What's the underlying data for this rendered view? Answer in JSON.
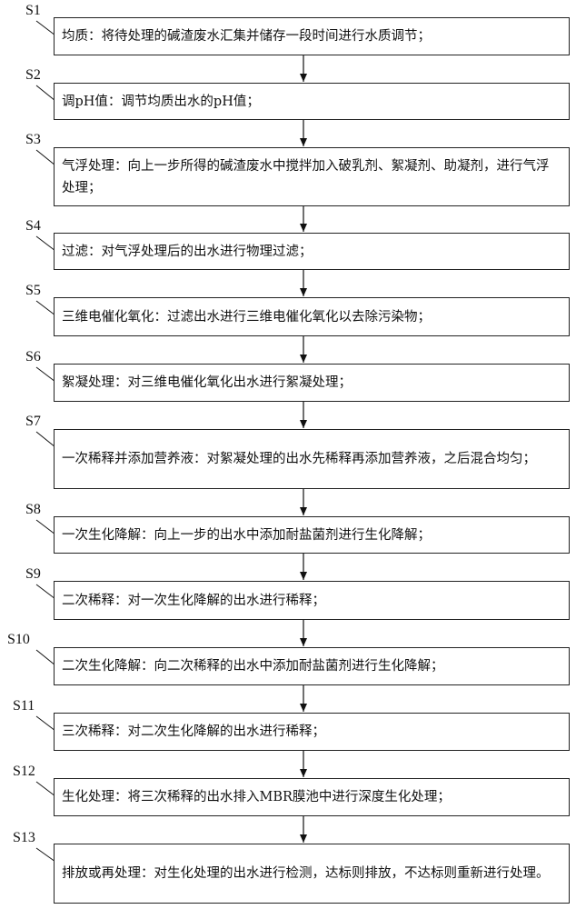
{
  "steps": [
    {
      "label": "S1",
      "text": "均质：将待处理的碱渣废水汇集并储存一段时间进行水质调节；"
    },
    {
      "label": "S2",
      "text": "调pH值：调节均质出水的pH值；"
    },
    {
      "label": "S3",
      "text": "气浮处理：向上一步所得的碱渣废水中搅拌加入破乳剂、絮凝剂、助凝剂，进行气浮处理；"
    },
    {
      "label": "S4",
      "text": "过滤：对气浮处理后的出水进行物理过滤；"
    },
    {
      "label": "S5",
      "text": "三维电催化氧化：过滤出水进行三维电催化氧化以去除污染物；"
    },
    {
      "label": "S6",
      "text": "絮凝处理：对三维电催化氧化出水进行絮凝处理；"
    },
    {
      "label": "S7",
      "text": "一次稀释并添加营养液：对絮凝处理的出水先稀释再添加营养液，之后混合均匀；"
    },
    {
      "label": "S8",
      "text": "一次生化降解：向上一步的出水中添加耐盐菌剂进行生化降解；"
    },
    {
      "label": "S9",
      "text": "二次稀释：对一次生化降解的出水进行稀释；"
    },
    {
      "label": "S10",
      "text": "二次生化降解：向二次稀释的出水中添加耐盐菌剂进行生化降解；"
    },
    {
      "label": "S11",
      "text": "三次稀释：对二次生化降解的出水进行稀释；"
    },
    {
      "label": "S12",
      "text": "生化处理：将三次稀释的出水排入MBR膜池中进行深度生化处理；"
    },
    {
      "label": "S13",
      "text": "排放或再处理：对生化处理的出水进行检测，达标则排放，不达标则重新进行处理。"
    }
  ]
}
